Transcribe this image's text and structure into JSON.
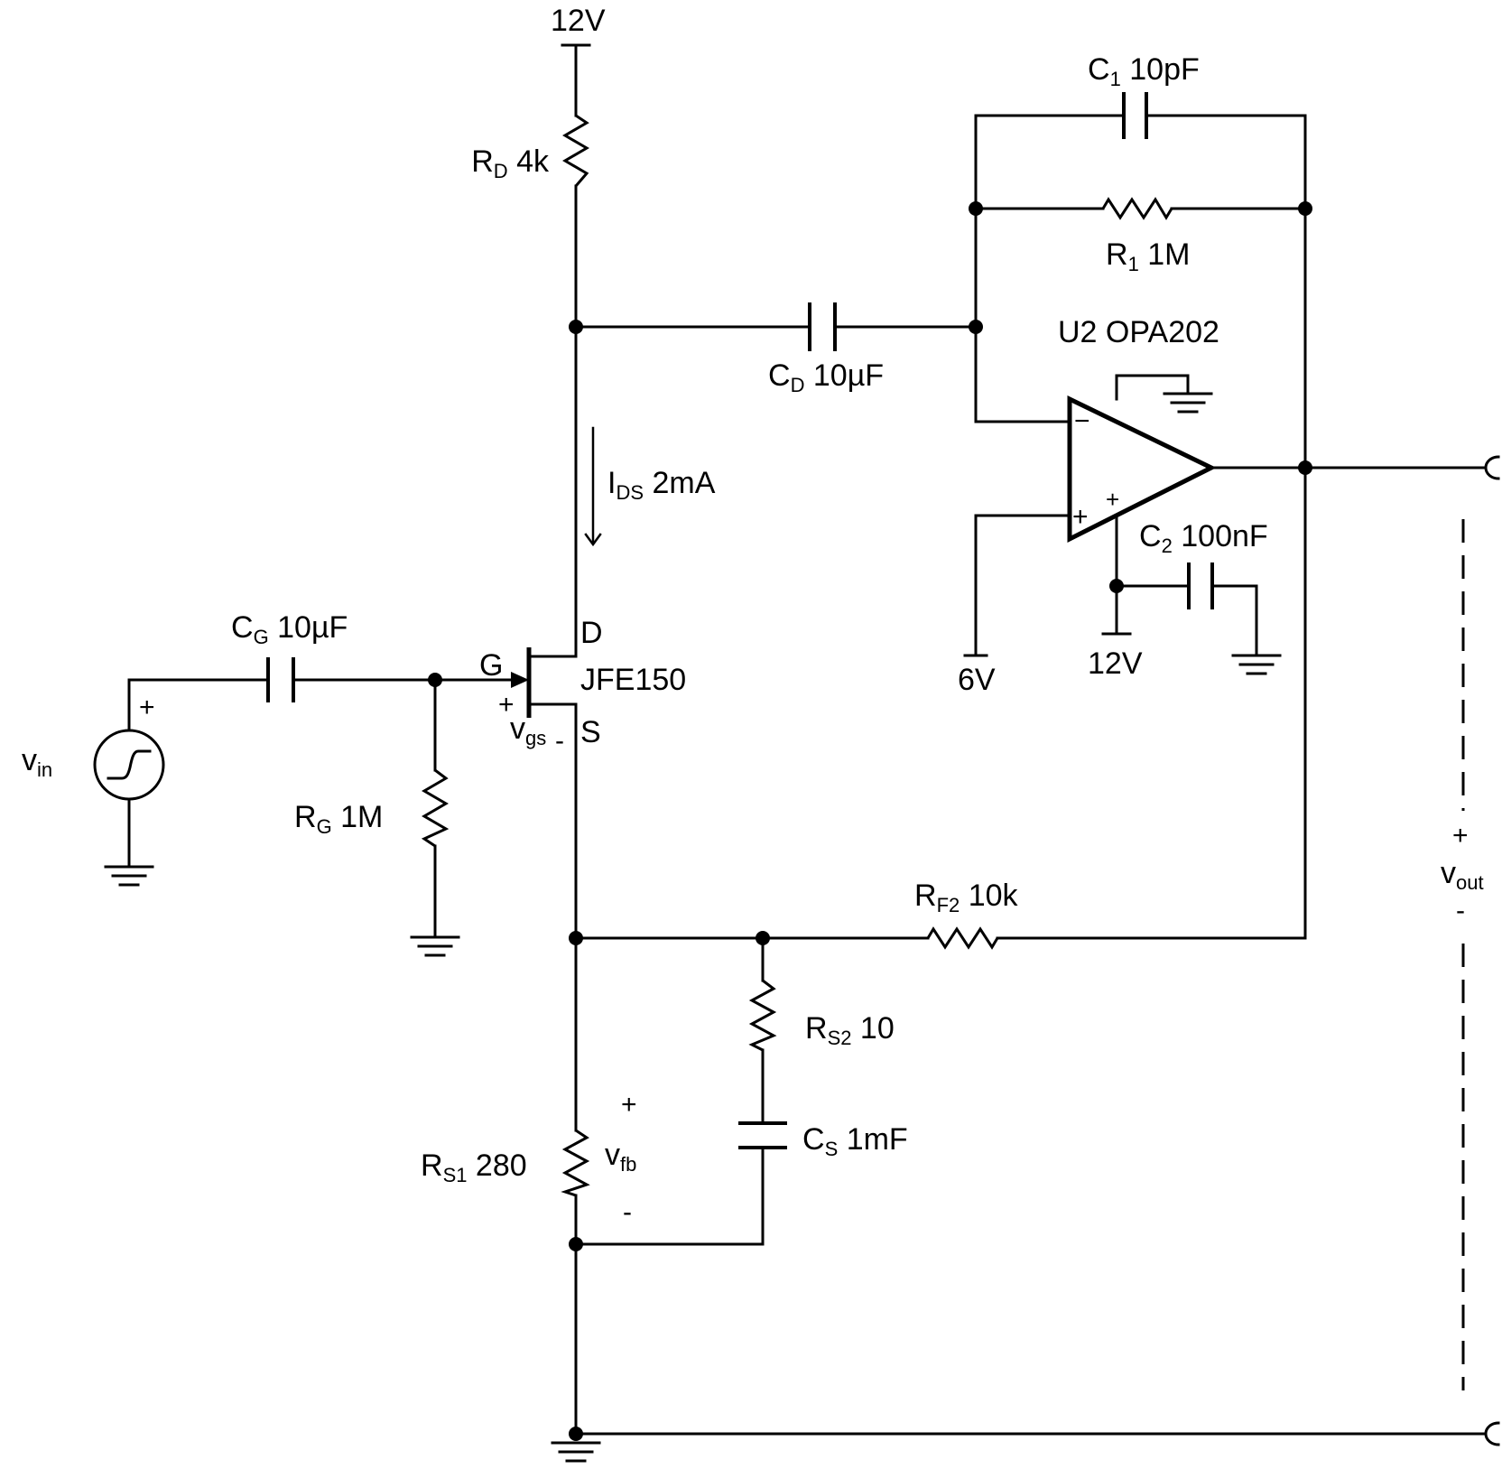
{
  "supplies": {
    "top": "12V",
    "opamp_pos_supply": "12V",
    "bias": "6V"
  },
  "components": {
    "rd": {
      "letter": "R",
      "sub": "D",
      "value": " 4k"
    },
    "cd": {
      "letter": "C",
      "sub": "D",
      "value": " 10µF"
    },
    "c1": {
      "letter": "C",
      "sub": "1",
      "value": " 10pF"
    },
    "r1": {
      "letter": "R",
      "sub": "1",
      "value": " 1M"
    },
    "cg": {
      "letter": "C",
      "sub": "G",
      "value": " 10µF"
    },
    "rg": {
      "letter": "R",
      "sub": "G",
      "value": " 1M"
    },
    "c2": {
      "letter": "C",
      "sub": "2",
      "value": " 100nF"
    },
    "rf2": {
      "letter": "R",
      "sub": "F2",
      "value": " 10k"
    },
    "rs2": {
      "letter": "R",
      "sub": "S2",
      "value": " 10"
    },
    "cs": {
      "letter": "C",
      "sub": "S",
      "value": " 1mF"
    },
    "rs1": {
      "letter": "R",
      "sub": "S1",
      "value": " 280"
    }
  },
  "opamp": {
    "name": "U2 OPA202",
    "minus": "−",
    "plus": "+"
  },
  "jfet": {
    "name": "JFE150",
    "drain": "D",
    "gate": "G",
    "source": "S"
  },
  "current": {
    "letter": "I",
    "sub": "DS",
    "value": " 2mA"
  },
  "signals": {
    "vin": {
      "letter": "v",
      "sub": "in",
      "plus": "+"
    },
    "vgs": {
      "letter": "v",
      "sub": "gs",
      "plus": "+",
      "minus": "-"
    },
    "vfb": {
      "letter": "v",
      "sub": "fb",
      "plus": "+",
      "minus": "-"
    },
    "vout": {
      "letter": "v",
      "sub": "out",
      "plus": "+",
      "minus": "-"
    }
  }
}
